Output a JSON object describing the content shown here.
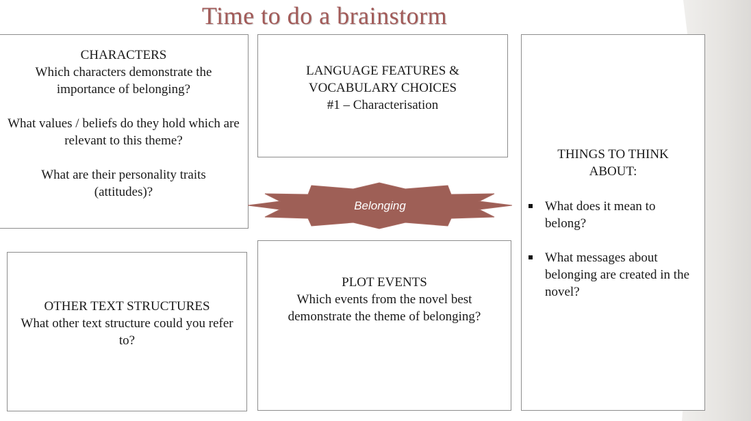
{
  "title": "Time to do a brainstorm",
  "center_label": "Belonging",
  "colors": {
    "title": "#a25a58",
    "star_fill": "#9e5f56",
    "box_border": "#8c8c8c"
  },
  "characters": {
    "heading": "CHARACTERS",
    "q1": "Which characters demonstrate the importance of belonging?",
    "q2": "What values / beliefs do they hold which are relevant to this theme?",
    "q3": "What are their personality traits (attitudes)?"
  },
  "language": {
    "heading_line1": "LANGUAGE FEATURES &",
    "heading_line2": "VOCABULARY CHOICES",
    "subheading": "#1 – Characterisation"
  },
  "other": {
    "heading": "OTHER TEXT STRUCTURES",
    "question": "What other text structure could you refer to?"
  },
  "plot": {
    "heading": "PLOT EVENTS",
    "question": "Which events from the novel best demonstrate the theme of belonging?"
  },
  "think": {
    "heading": "THINGS TO THINK ABOUT:",
    "items": [
      "What does it mean to belong?",
      "What messages about belonging are created in the novel?"
    ]
  }
}
